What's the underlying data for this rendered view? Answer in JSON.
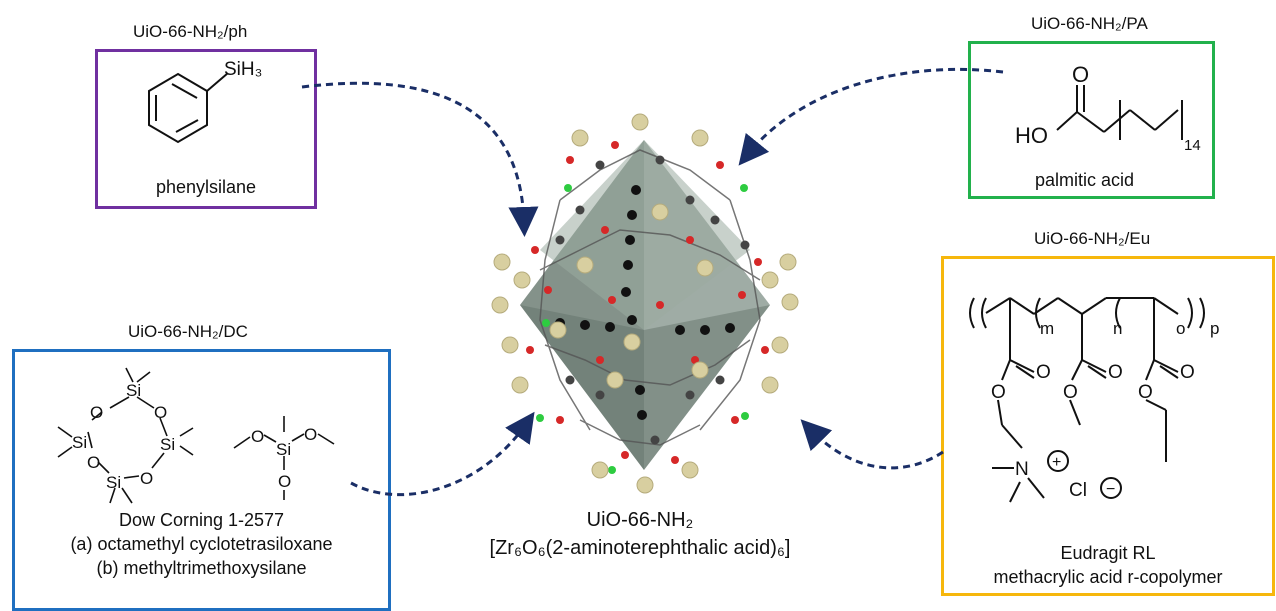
{
  "sample_labels": {
    "ph": "UiO-66-NH₂/ph",
    "pa": "UiO-66-NH₂/PA",
    "eu": "UiO-66-NH₂/Eu",
    "dc": "UiO-66-NH₂/DC"
  },
  "phenylsilane": {
    "caption": "phenylsilane",
    "group_label": "SiH₃"
  },
  "palmitic_acid": {
    "caption": "palmitic acid",
    "ho_label": "HO",
    "o_label": "O",
    "subscript": "14"
  },
  "dow_corning": {
    "line1": "Dow Corning  1-2577",
    "line2": "(a) octamethyl cyclotetrasiloxane",
    "line3": "(b) methyltrimethoxysilane",
    "si_label": "Si",
    "o_label": "O"
  },
  "eudragit": {
    "line1": "Eudragit RL",
    "line2": "methacrylic acid r-copolymer",
    "m": "m",
    "n": "n",
    "o": "o",
    "p": "p",
    "oxygen": "O",
    "nitrogen": "N",
    "chloride": "Cl",
    "plus": "+",
    "minus": "−"
  },
  "center": {
    "name": "UiO-66-NH₂",
    "formula": "[Zr₆O₆(2-aminoterephthalic acid)₆]"
  },
  "colors": {
    "ph_box": "#7030a0",
    "pa_box": "#22b14c",
    "dc_box": "#1f6fc0",
    "eu_box": "#f6b70c",
    "arrow": "#1a2e66",
    "octahedron": "#7f8f86",
    "zr_atom": "#d8cfa0",
    "o_atom": "#d62828",
    "c_atom": "#444444",
    "n_atom": "#2ecc40"
  }
}
